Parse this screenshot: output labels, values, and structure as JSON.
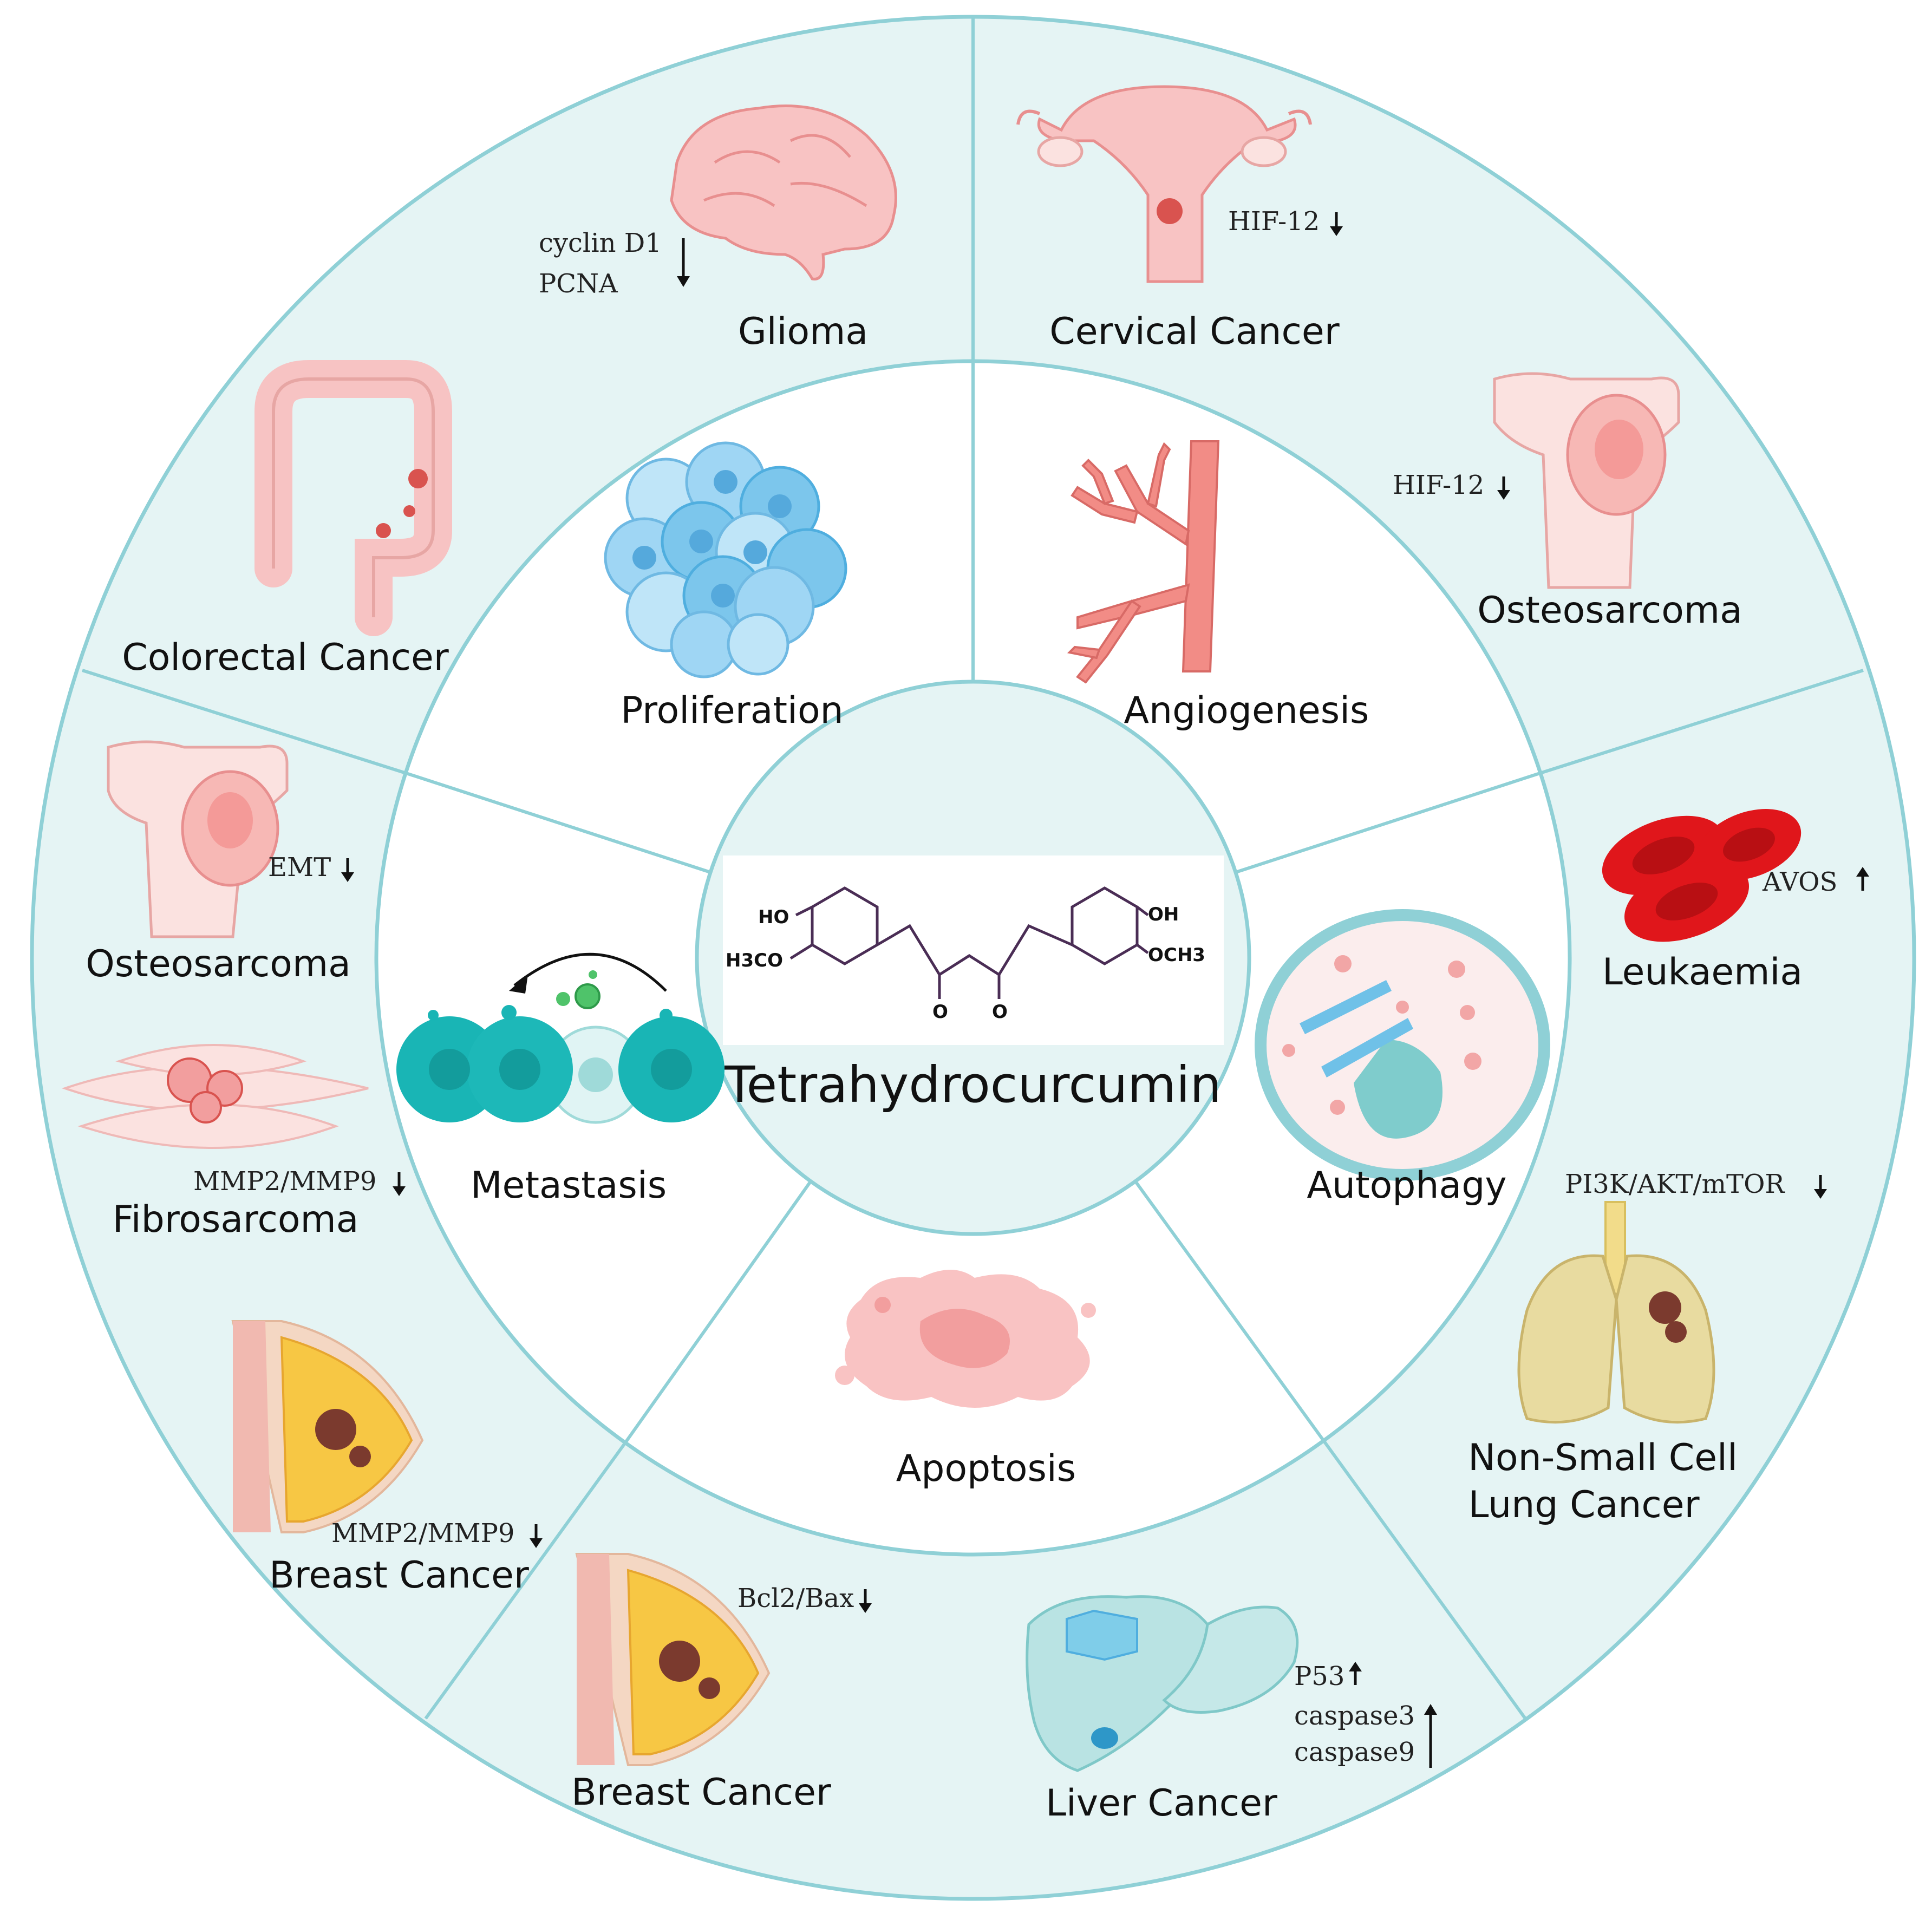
{
  "center": {
    "title": "Tetrahydrocurcumin",
    "groups": [
      "HO",
      "H3CO",
      "OH",
      "OCH3",
      "O",
      "O"
    ]
  },
  "inner": {
    "proliferation": "Proliferation",
    "angiogenesis": "Angiogenesis",
    "metastasis": "Metastasis",
    "autophagy": "Autophagy",
    "apoptosis": "Apoptosis"
  },
  "outer": {
    "glioma": {
      "name": "Glioma",
      "m1": "cyclin D1",
      "m2": "PCNA"
    },
    "cervical": {
      "name": "Cervical Cancer",
      "m1": "HIF-12"
    },
    "osteo_top": {
      "name": "Osteosarcoma",
      "m1": "HIF-12"
    },
    "colorectal": {
      "name": "Colorectal Cancer"
    },
    "osteo_left": {
      "name": "Osteosarcoma",
      "m1": "EMT"
    },
    "fibrosarcoma": {
      "name": "Fibrosarcoma",
      "m1": "MMP2/MMP9"
    },
    "breast_left": {
      "name": "Breast Cancer",
      "m1": "MMP2/MMP9"
    },
    "breast_bottom": {
      "name": "Breast Cancer",
      "m1": "Bcl2/Bax"
    },
    "liver": {
      "name": "Liver Cancer",
      "m1": "P53",
      "m2": "caspase3",
      "m3": "caspase9"
    },
    "leukaemia": {
      "name": "Leukaemia",
      "m1": "AVOS"
    },
    "nsclc": {
      "name1": "Non-Small Cell",
      "name2": "Lung Cancer",
      "m1": "PI3K/AKT/mTOR"
    }
  },
  "colors": {
    "ring": "#e5f4f4",
    "border": "#8fd0d6",
    "pink": "#f8c3c3",
    "blue_cells": "#7cc6ec",
    "teal_cells": "#19b5b5",
    "lung": "#e8dba0",
    "blood": "#e0161b",
    "tumor": "#7b3a2e"
  }
}
